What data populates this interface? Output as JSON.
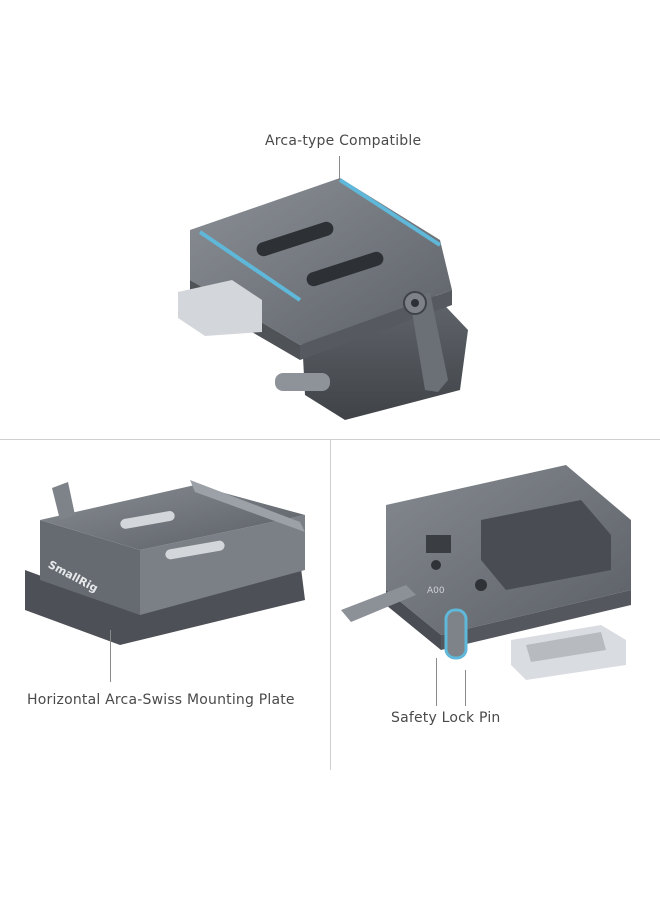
{
  "top": {
    "label": "Arca-type Compatible"
  },
  "left": {
    "label": "Horizontal Arca-Swiss Mounting Plate",
    "brand": "SmallRig"
  },
  "right": {
    "label": "Safety Lock Pin",
    "marking": "A00"
  },
  "colors": {
    "metal": "#6f747a",
    "metal_dark": "#4c5056",
    "metal_light": "#9aa0a6",
    "accent": "#5fb8d9",
    "steel": "#d9dce0"
  }
}
